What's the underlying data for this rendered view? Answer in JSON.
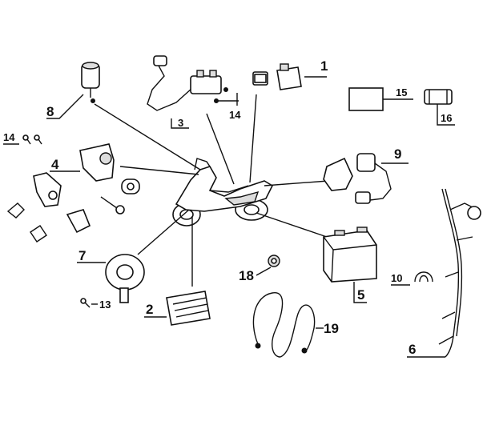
{
  "diagram": {
    "callouts": {
      "c1": "1",
      "c2": "2",
      "c3": "3",
      "c4": "4",
      "c5": "5",
      "c6": "6",
      "c7": "7",
      "c8": "8",
      "c9": "9",
      "c10": "10",
      "c13": "13",
      "c14a": "14",
      "c14b": "14",
      "c15": "15",
      "c16": "16",
      "c18": "18",
      "c19": "19"
    },
    "colors": {
      "ink": "#111111",
      "paper": "#ffffff",
      "shade": "#dddddd"
    }
  }
}
